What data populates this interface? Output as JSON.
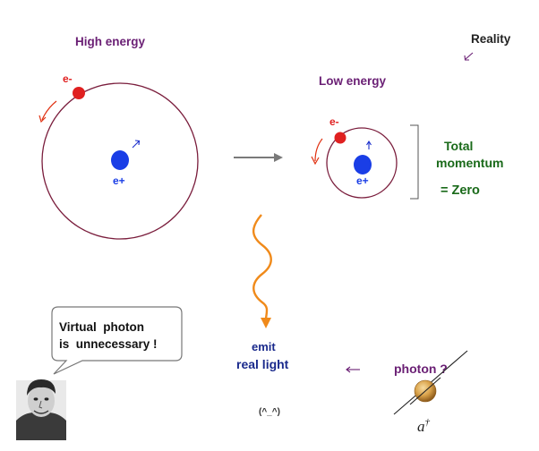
{
  "labels": {
    "high_energy": "High energy",
    "low_energy": "Low energy",
    "reality": "Reality",
    "electron": "e-",
    "positron": "e+",
    "total": "Total",
    "momentum": "momentum",
    "equals_zero": "=  Zero",
    "emit": "emit",
    "real_light": "real  light",
    "photon_question": "photon ?",
    "creation_operator_base": "a",
    "creation_operator_sup": "†",
    "smiley": "(^_^)"
  },
  "speech_bubble": {
    "line1": "Virtual  photon",
    "line2": "is  unnecessary !"
  },
  "colors": {
    "orbit": "#7a1d3c",
    "electron": "#e02020",
    "positron": "#1a3ee6",
    "arrow_red": "#e03010",
    "arrow_blue": "#1a2ecc",
    "purple_text": "#6a1f74",
    "green_text": "#1a6a1a",
    "navy_text": "#1a2a8c",
    "photon_wave": "#f08a1a",
    "transition_arrow": "#7a7a7a",
    "photon_ball": "#d9a24a"
  },
  "icons": {
    "portrait": "person-portrait-icon"
  }
}
